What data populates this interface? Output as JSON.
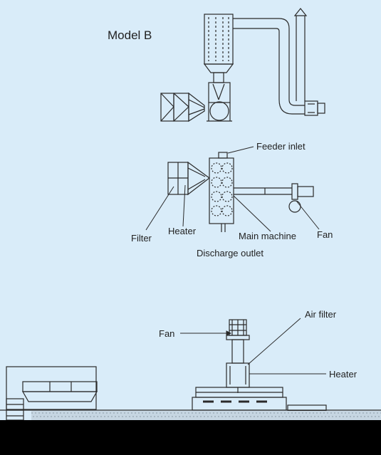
{
  "title": "Model B",
  "labels": {
    "feeder_inlet": "Feeder inlet",
    "filter": "Filter",
    "heater_mid": "Heater",
    "main_machine": "Main machine",
    "fan_mid": "Fan",
    "discharge_outlet": "Discharge outlet",
    "fan_bottom": "Fan",
    "air_filter": "Air filter",
    "heater_bottom": "Heater"
  },
  "colors": {
    "background": "#d9ecf9",
    "line": "#2a2a2a",
    "footer": "#000000"
  }
}
